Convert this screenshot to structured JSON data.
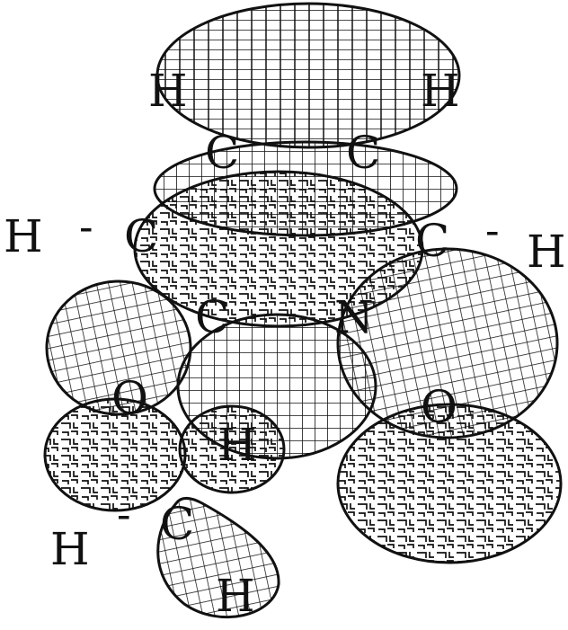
{
  "diagram": {
    "labels": [
      {
        "id": "h-top-left",
        "text": "H"
      },
      {
        "id": "h-top-right",
        "text": "H"
      },
      {
        "id": "c-top-left",
        "text": "C"
      },
      {
        "id": "c-top-right",
        "text": "C"
      },
      {
        "id": "h-left",
        "text": "H"
      },
      {
        "id": "dash-left",
        "text": "-"
      },
      {
        "id": "c-left",
        "text": "C"
      },
      {
        "id": "c-right",
        "text": "C"
      },
      {
        "id": "dash-right",
        "text": "-"
      },
      {
        "id": "h-right",
        "text": "H"
      },
      {
        "id": "c-center",
        "text": "C"
      },
      {
        "id": "n-center",
        "text": "N"
      },
      {
        "id": "o-left",
        "text": "O"
      },
      {
        "id": "o-right",
        "text": "O"
      },
      {
        "id": "h-mid",
        "text": "H"
      },
      {
        "id": "h-bottom-left",
        "text": "H"
      },
      {
        "id": "dash-bottom",
        "text": "-"
      },
      {
        "id": "c-bottom",
        "text": "C"
      },
      {
        "id": "h-bottom",
        "text": "H"
      }
    ]
  }
}
